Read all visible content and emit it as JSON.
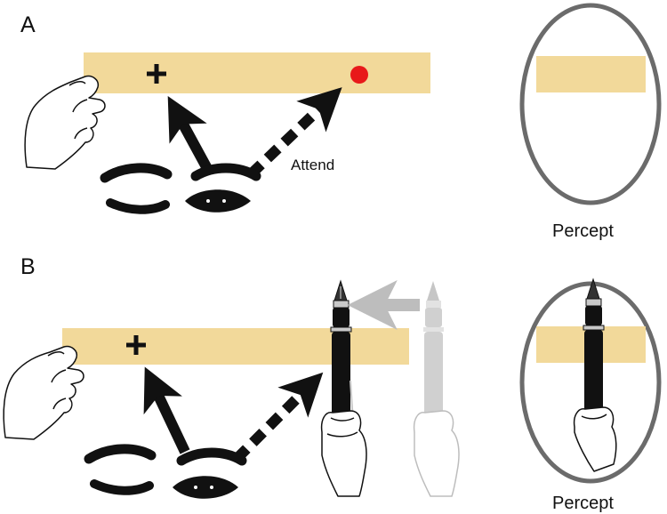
{
  "panels": [
    {
      "letter": "A",
      "attend_label": "Attend",
      "percept_label": "Percept"
    },
    {
      "letter": "B",
      "percept_label": "Percept"
    }
  ],
  "colors": {
    "bar": "#f2d99a",
    "dot": "#e8191a",
    "ink": "#111111",
    "ring": "#6b6b6b",
    "ghost": "#bdbdbd",
    "pen_trim": "#c9c9c9"
  },
  "icons": [
    "hand-icon",
    "fixation-cross-icon",
    "attention-dot-icon",
    "eye-icon",
    "eyebrow-icon",
    "arrow-icon",
    "pen-icon"
  ]
}
